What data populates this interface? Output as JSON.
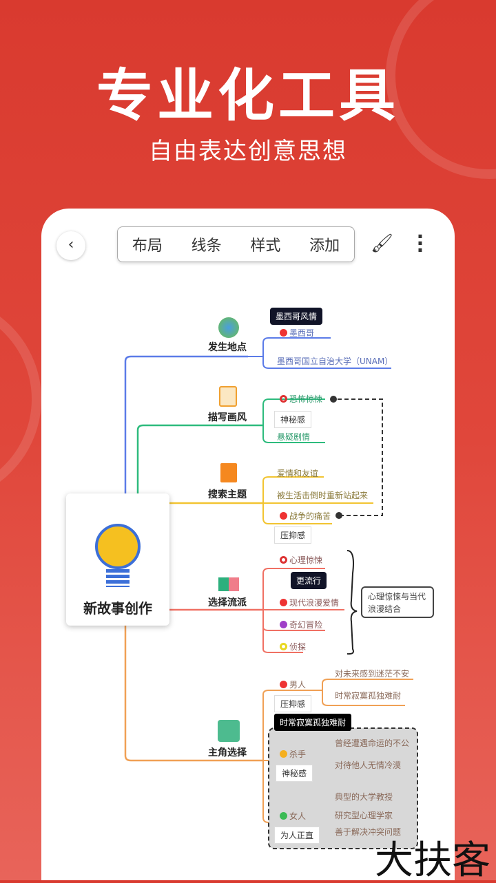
{
  "header": {
    "title": "专业化工具",
    "subtitle": "自由表达创意思想"
  },
  "toolbar": {
    "back_icon": "chevron-left-icon",
    "tabs": [
      "布局",
      "线条",
      "样式",
      "添加"
    ],
    "brush_icon": "paint-brush-icon",
    "more_icon": "more-vertical-icon"
  },
  "mindmap": {
    "central": "新故事创作",
    "branches": [
      {
        "label": "发生地点",
        "color": "#5b7be8",
        "icon": "globe-icon",
        "tip": "墨西哥风情",
        "items": [
          "墨西哥",
          "墨西哥国立自治大学（UNAM）"
        ]
      },
      {
        "label": "描写画风",
        "color": "#2dbb7d",
        "icon": "notepad-icon",
        "items": [
          "恐怖惊悚",
          "悬疑剧情"
        ],
        "note": "神秘感"
      },
      {
        "label": "搜索主题",
        "color": "#f2c431",
        "icon": "document-icon",
        "items": [
          "爱情和友谊",
          "被生活击倒时重新站起来",
          "战争的痛苦"
        ],
        "note": "压抑感"
      },
      {
        "label": "选择流派",
        "color": "#f07063",
        "icon": "book-icon",
        "tip": "更流行",
        "items": [
          "心理惊悚",
          "现代浪漫爱情",
          "奇幻冒险",
          "侦探"
        ],
        "summary": "心理惊悚与当代浪漫结合"
      },
      {
        "label": "主角选择",
        "color": "#f0a055",
        "icon": "avatar-icon",
        "tip": "时常寂寞孤独难耐",
        "roles": [
          {
            "name": "男人",
            "note": "压抑感",
            "items": [
              "对未来感到迷茫不安",
              "时常寂寞孤独难耐"
            ]
          },
          {
            "name": "杀手",
            "note": "神秘感",
            "items": [
              "曾经遭遇命运的不公",
              "对待他人无情冷漠"
            ]
          },
          {
            "name": "女人",
            "note": "为人正直",
            "items": [
              "典型的大学教授",
              "研究型心理学家",
              "善于解决冲突问题"
            ]
          }
        ]
      }
    ]
  },
  "watermark": "大扶客"
}
